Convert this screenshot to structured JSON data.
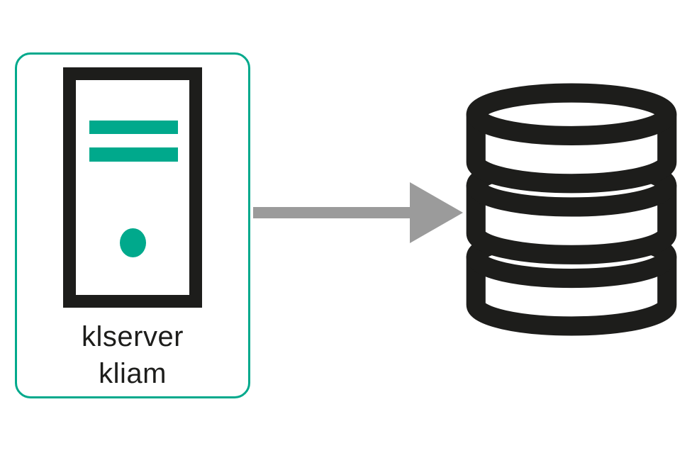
{
  "diagram": {
    "title": "server to database connection diagram",
    "node": {
      "label_line1": "klserver",
      "label_line2": "kliam"
    },
    "connector": {
      "type": "arrow",
      "direction": "right",
      "from": "klserver kliam",
      "to": "database"
    },
    "colors": {
      "teal": "#00a98c",
      "ink": "#1d1d1b",
      "arrow": "#9b9b9b",
      "bg": "#ffffff"
    }
  }
}
